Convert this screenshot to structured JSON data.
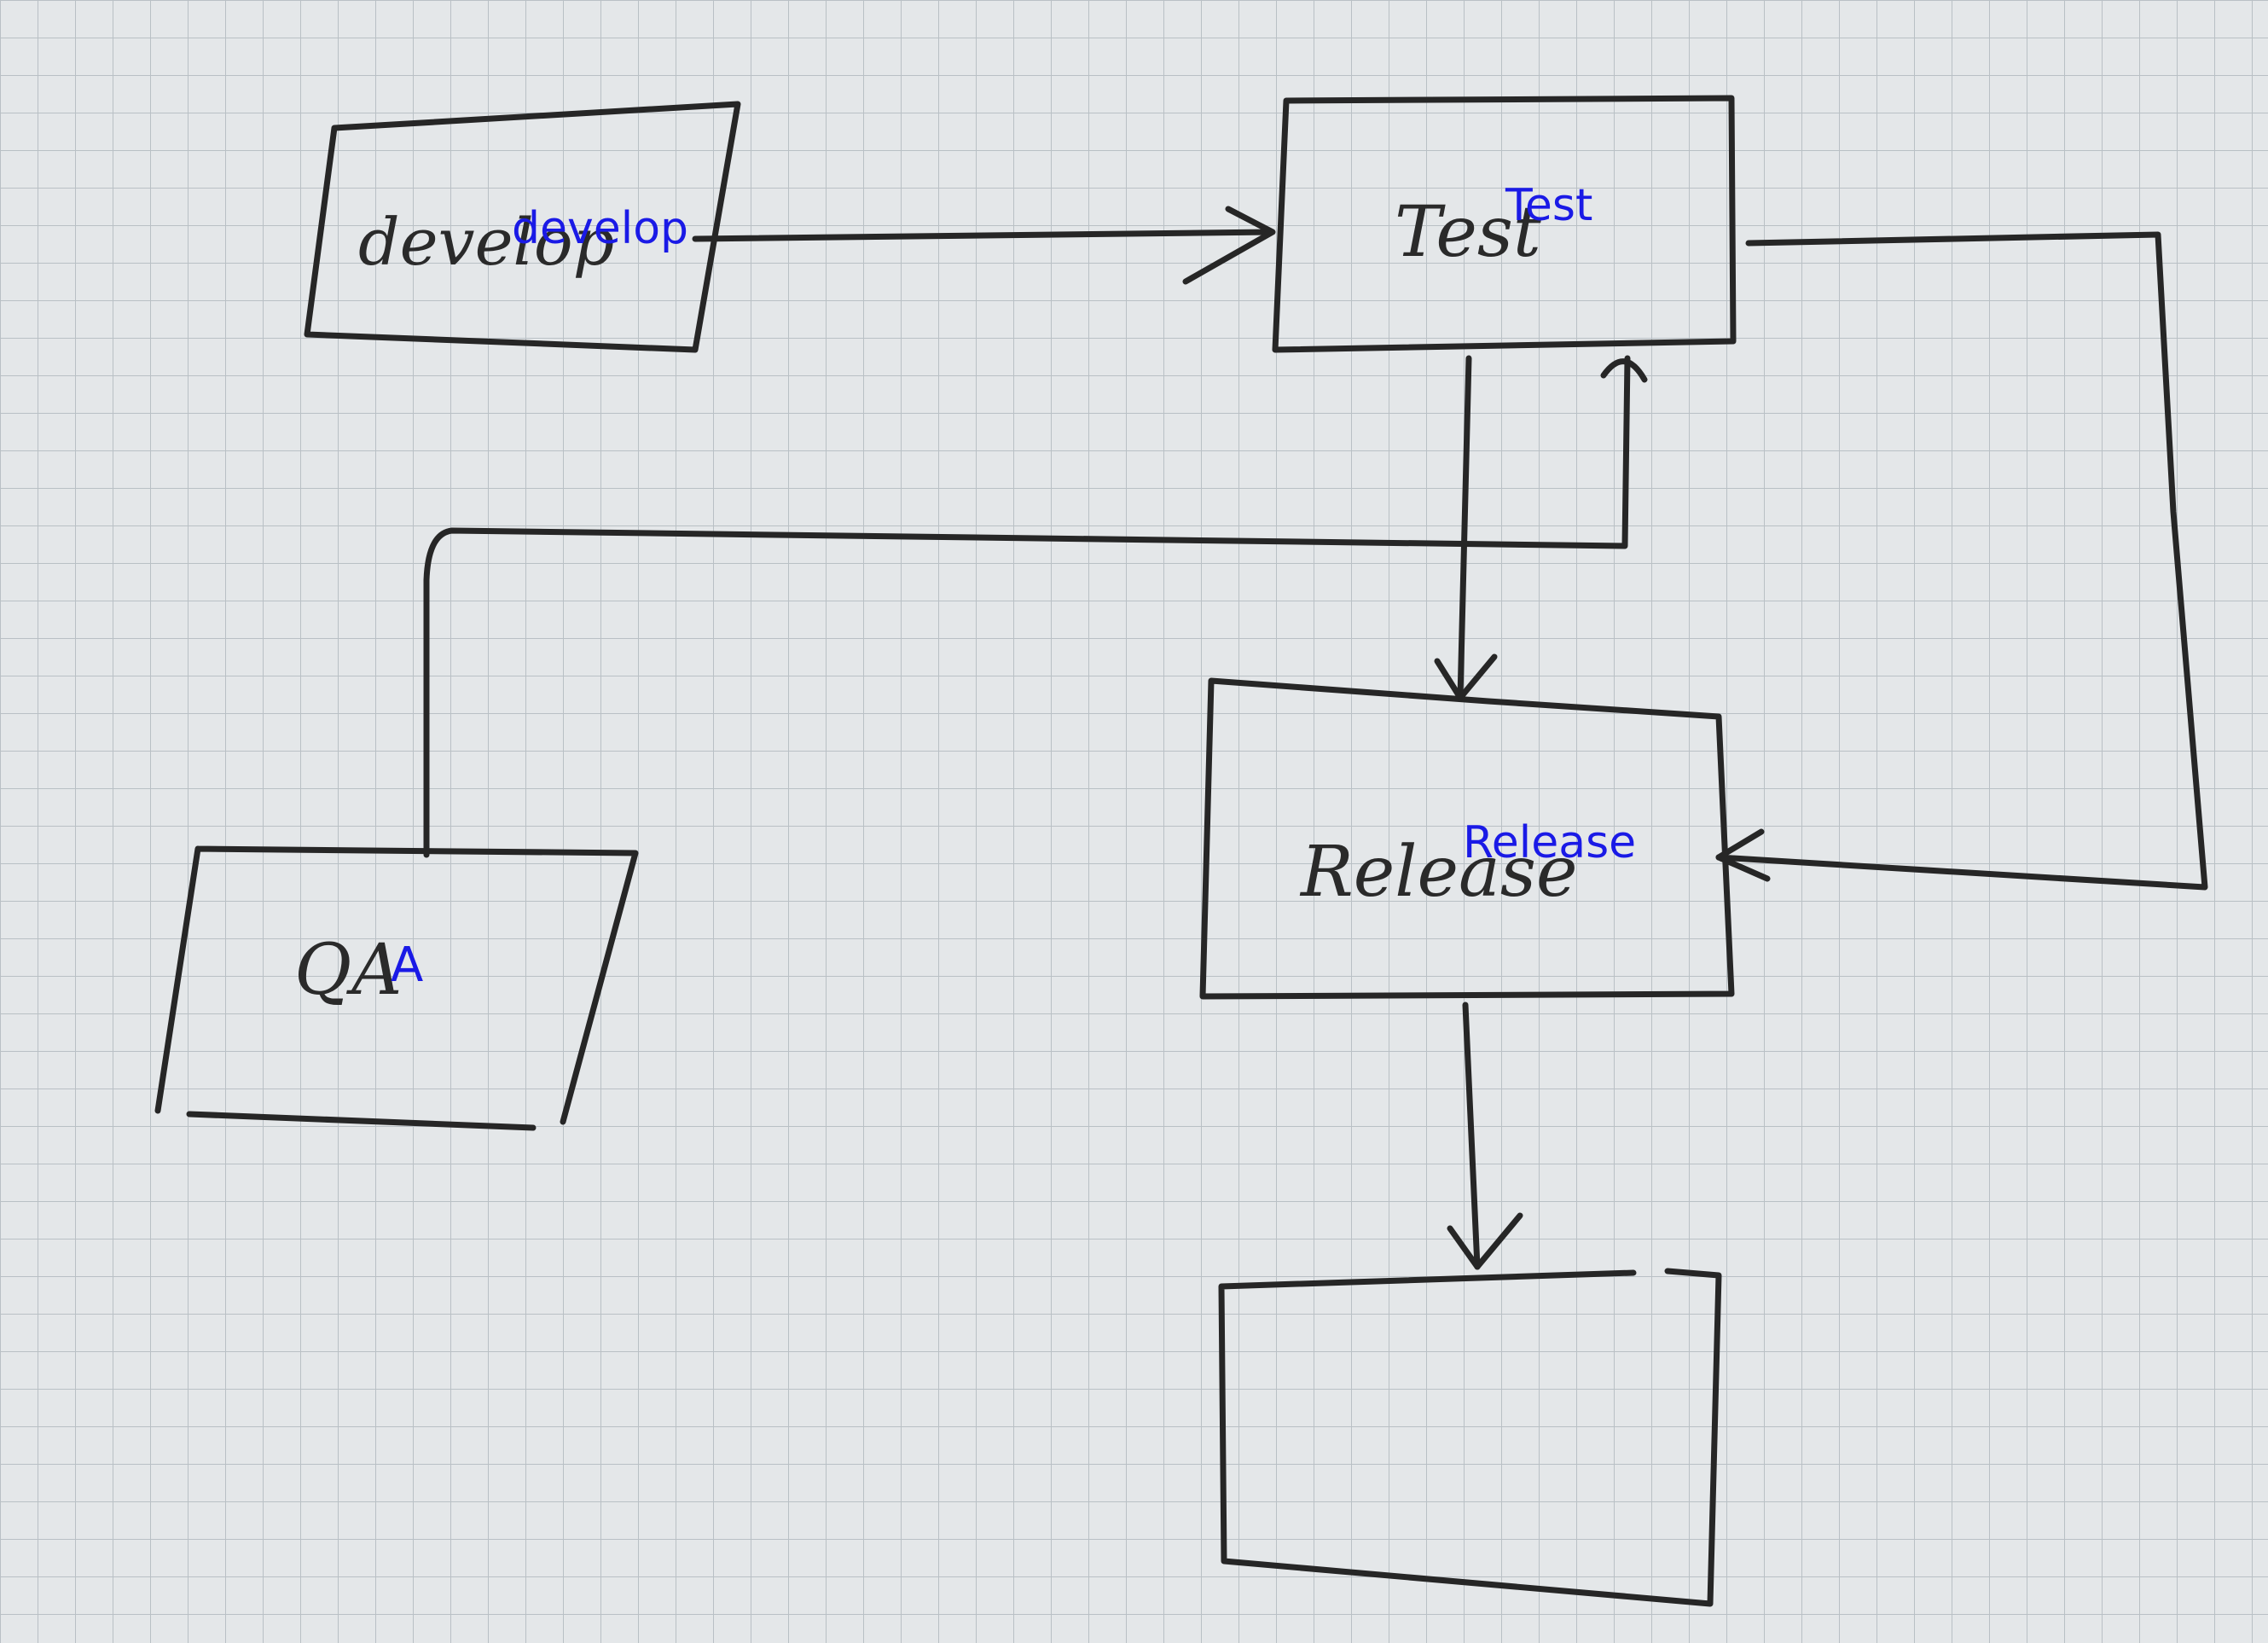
{
  "paper": {
    "background": "#e4e7e9",
    "grid_color": "#b9c0c5",
    "ink_color": "#262626",
    "overlay_color": "#1a1ae6"
  },
  "nodes": {
    "develop": {
      "handwritten": "develop",
      "overlay": "develop"
    },
    "test": {
      "handwritten": "Test",
      "overlay": "Test"
    },
    "release": {
      "handwritten": "Release",
      "overlay": "Release"
    },
    "qa": {
      "handwritten": "QA",
      "overlay": "A"
    },
    "empty": {
      "handwritten": "",
      "overlay": ""
    }
  },
  "edges": [
    {
      "from": "develop",
      "to": "test"
    },
    {
      "from": "test",
      "to": "release"
    },
    {
      "from": "qa",
      "to": "test"
    },
    {
      "from": "test",
      "to": "release",
      "route": "right-loop"
    },
    {
      "from": "release",
      "to": "empty"
    }
  ]
}
